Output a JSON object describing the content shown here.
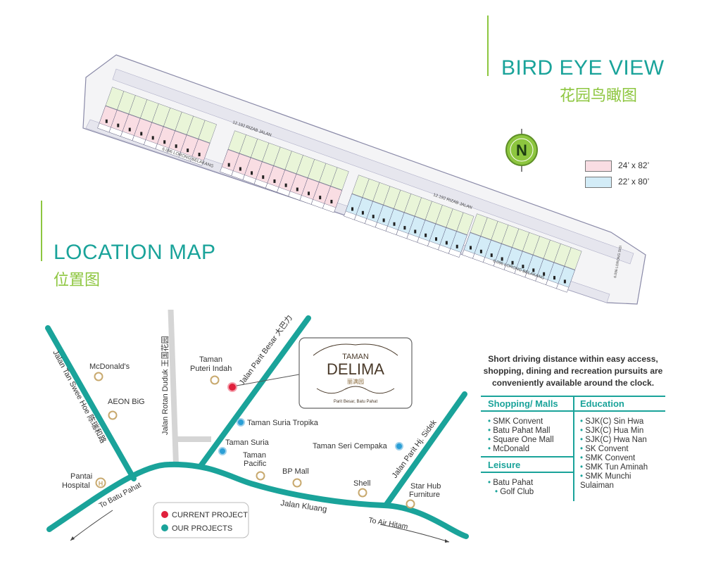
{
  "bird_eye": {
    "title": "BIRD EYE VIEW",
    "subtitle": "花园鸟瞰图",
    "north_label": "N",
    "legend": [
      {
        "label": "24’ x 82’",
        "color": "#f9dde3"
      },
      {
        "label": "22’ x 80’",
        "color": "#d3ecf7"
      }
    ],
    "road_labels": [
      "12.192 RIZAB JALAN",
      "6.096 LORONG BELAKANG",
      "12.192 RIZAB JALAN",
      "6.096 LORONG BELAKANG",
      "6.096 LORONG SISI"
    ]
  },
  "location": {
    "title": "LOCATION MAP",
    "subtitle": "位置图"
  },
  "map": {
    "roads": {
      "tan_swee_hoe": "Jalan Tan Swee Hoe 陈瑞和路",
      "rotan_duduk": "Jalan Rotan Duduk 王国花园",
      "parit_besar": "Jalan Parit Besar 大巴力",
      "parit_sidek": "Jalan Parit Hj. Sidek",
      "kluang": "Jalan Kluang",
      "to_batu_pahat": "To Batu Pahat",
      "to_air_hitam": "To Air Hitam"
    },
    "places": {
      "mcdonalds": "McDonald's",
      "aeon": "AEON BiG",
      "pantai_1": "Pantai",
      "pantai_2": "Hospital",
      "puteri_1": "Taman",
      "puteri_2": "Puteri Indah",
      "suria_tropika": "Taman Suria Tropika",
      "suria": "Taman Suria",
      "pacific_1": "Taman",
      "pacific_2": "Pacific",
      "bp_mall": "BP Mall",
      "shell": "Shell",
      "seri_cempaka": "Taman Seri Cempaka",
      "star_hub_1": "Star Hub",
      "star_hub_2": "Furniture"
    },
    "legend": {
      "current": "CURRENT PROJECT",
      "ours": "OUR PROJECTS"
    },
    "logo": {
      "line1": "TAMAN",
      "line2": "DELIMA",
      "line3": "丽满园",
      "line4": "Parit Besar, Batu Pahat"
    },
    "colors": {
      "teal": "#1aa39a",
      "red": "#e0203c",
      "blue": "#2b9fd6",
      "tan": "#c8a96e",
      "grey_road": "#d5d5d5"
    }
  },
  "info": {
    "intro_lines": [
      "Short driving distance within easy access,",
      "shopping, dining and recreation pursuits are",
      "conveniently available around the clock."
    ],
    "shopping_title": "Shopping/ Malls",
    "shopping": [
      "SMK Convent",
      "Batu Pahat Mall",
      "Square One Mall",
      "McDonald"
    ],
    "leisure_title": "Leisure",
    "leisure": [
      "Batu Pahat",
      "Golf Club"
    ],
    "education_title": "Education",
    "education": [
      "SJK(C) Sin Hwa",
      "SJK(C) Hua Min",
      "SJK(C) Hwa Nan",
      "SK Convent",
      "SMK Convent",
      "SMK Tun Aminah",
      "SMK Munchi Sulaiman"
    ]
  }
}
